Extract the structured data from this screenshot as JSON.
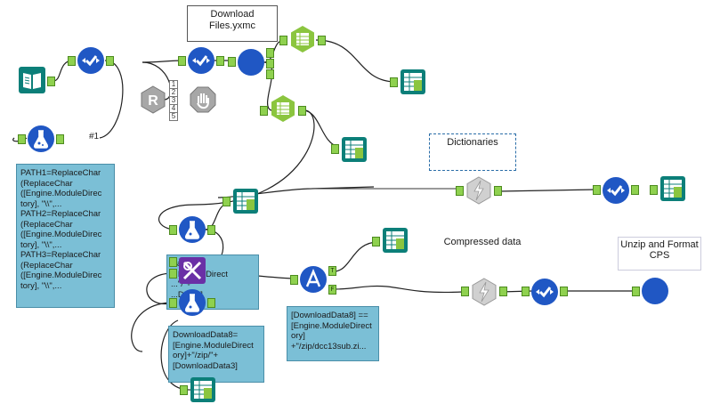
{
  "annotations": {
    "download_files": "Download\nFiles.yxmc",
    "dictionaries": "Dictionaries",
    "compressed_data": "Compressed data",
    "unzip_format": "Unzip and Format\nCPS",
    "path_formula": "PATH1=ReplaceChar\n(ReplaceChar\n([Engine.ModuleDirec\ntory], \"\\\\\",...\nPATH2=ReplaceChar\n(ReplaceChar\n([Engine.ModuleDirec\ntory], \"\\\\\",...\nPATH3=ReplaceChar\n(ReplaceChar\n([Engine.ModuleDirec\ntory], \"\\\\\",...",
    "data_formula_top": "Data8=\n...ModuleDirect\n...\"/\"+\n...Data3]",
    "data_formula_bottom": "DownloadData8=\n[Engine.ModuleDirect\nory]+\"/zip/\"+\n[DownloadData3]",
    "filter_expr": "[DownloadData8] ==\n[Engine.ModuleDirect\nory]\n+\"/zip/dcc13sub.zi..."
  },
  "wire_label_1": "#1",
  "anchors": {
    "true_label": "T",
    "false_label": "F"
  },
  "macro_outputs": [
    "1",
    "2",
    "3",
    "4",
    "5"
  ],
  "colors": {
    "blue_tool": "#2057c4",
    "green_tool": "#8bc53f",
    "teal_tool": "#0c7f79",
    "purple_tool": "#6a2fa6",
    "grey_tool": "#a7a7a7",
    "annotation_blue": "#7bbfd6"
  },
  "icons": [
    "text-input-icon",
    "select-icon",
    "formula-icon",
    "browse-icon",
    "r-tool-icon",
    "stop-icon",
    "macro-icon",
    "summarize-icon",
    "dynamic-input-icon",
    "filter-icon",
    "regex-icon"
  ]
}
